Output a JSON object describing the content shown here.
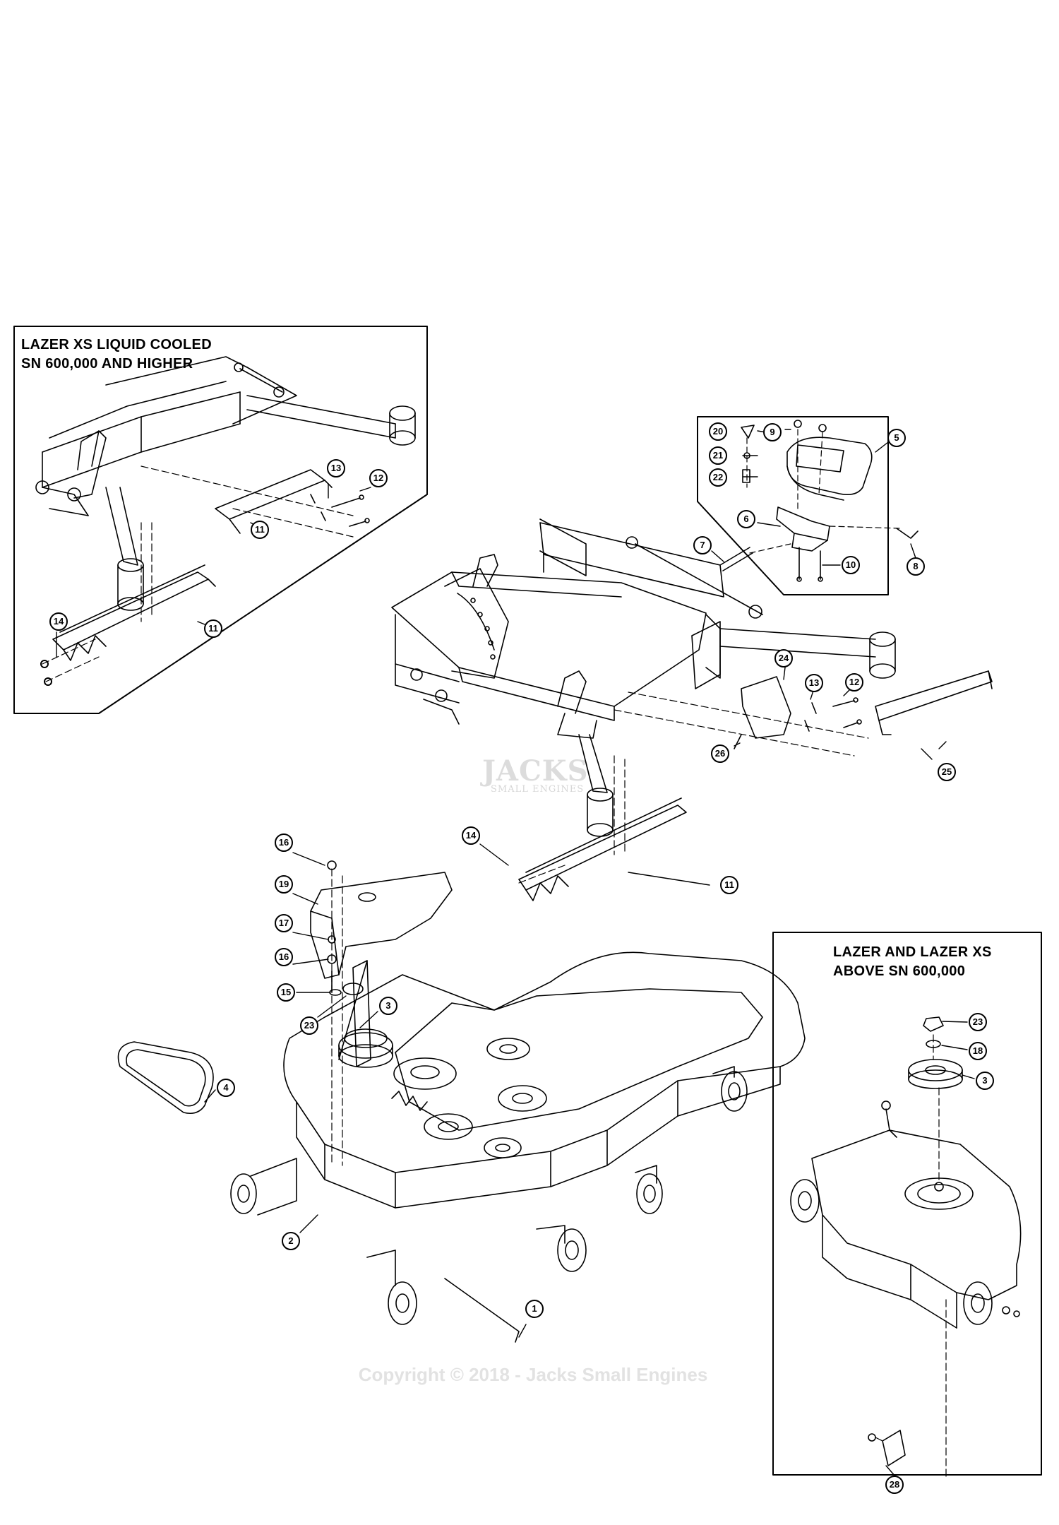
{
  "panels": {
    "top_left_title": "LAZER XS LIQUID COOLED\nSN 600,000 AND HIGHER",
    "bottom_right_title": "LAZER AND LAZER XS\nABOVE SN 600,000"
  },
  "callouts": {
    "tl_13": "13",
    "tl_12": "12",
    "tl_11a": "11",
    "tl_14": "14",
    "tl_11b": "11",
    "s_20": "20",
    "s_9": "9",
    "s_5": "5",
    "s_21": "21",
    "s_22": "22",
    "s_6": "6",
    "s_7": "7",
    "s_10": "10",
    "s_8": "8",
    "m_24": "24",
    "m_13": "13",
    "m_12": "12",
    "m_26": "26",
    "m_25": "25",
    "m_14": "14",
    "m_11": "11",
    "d_16a": "16",
    "d_19": "19",
    "d_17": "17",
    "d_16b": "16",
    "d_15": "15",
    "d_3": "3",
    "d_23": "23",
    "d_4": "4",
    "d_2": "2",
    "d_1": "1",
    "br_23": "23",
    "br_18": "18",
    "br_3": "3",
    "br_28": "28"
  },
  "watermark": {
    "logo_text": "JACKS",
    "logo_sub": "SMALL ENGINES",
    "copyright": "Copyright © 2018 - Jacks Small Engines"
  }
}
